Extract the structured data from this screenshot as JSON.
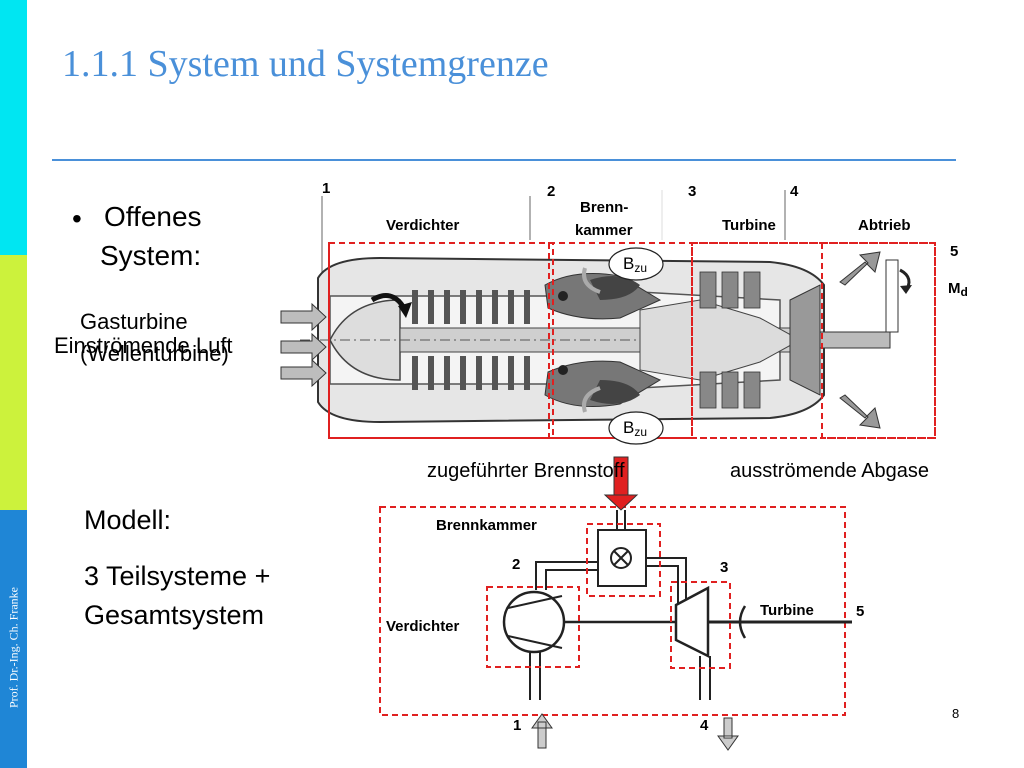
{
  "slide": {
    "title": "1.1.1 System und Systemgrenze",
    "author": "Prof. Dr.-Ing. Ch. Franke",
    "page_number": "8"
  },
  "bullet": {
    "line1": "Offenes",
    "line2": "System:"
  },
  "left_labels": {
    "gasturbine": "Gasturbine",
    "wellenturbine": "(Wellenturbine)",
    "einstroemende_luft": "Einströmende Luft"
  },
  "top_diagram": {
    "stations": [
      "1",
      "2",
      "3",
      "4",
      "5"
    ],
    "verdichter": "Verdichter",
    "brennkammer_l1": "Brenn-",
    "brennkammer_l2": "kammer",
    "turbine": "Turbine",
    "abtrieb": "Abtrieb",
    "md_main": "M",
    "md_sub": "d",
    "bzu_main": "B",
    "bzu_sub": "zu",
    "zugefuehrter_brennstoff": "zugeführter Brennstoff",
    "ausstroemende_abgase": "ausströmende Abgase"
  },
  "modell": {
    "heading": "Modell:",
    "line1": "3 Teilsysteme +",
    "line2": "Gesamtsystem"
  },
  "bottom_diagram": {
    "brennkammer": "Brennkammer",
    "verdichter": "Verdichter",
    "turbine": "Turbine",
    "stations": [
      "2",
      "3",
      "5",
      "1",
      "4"
    ]
  },
  "colors": {
    "title": "#4a90d9",
    "boundary": "#e02020",
    "stripe_cyan": "#00e6f2",
    "stripe_lime": "#ccf23c",
    "stripe_blue": "#1f86d6"
  }
}
